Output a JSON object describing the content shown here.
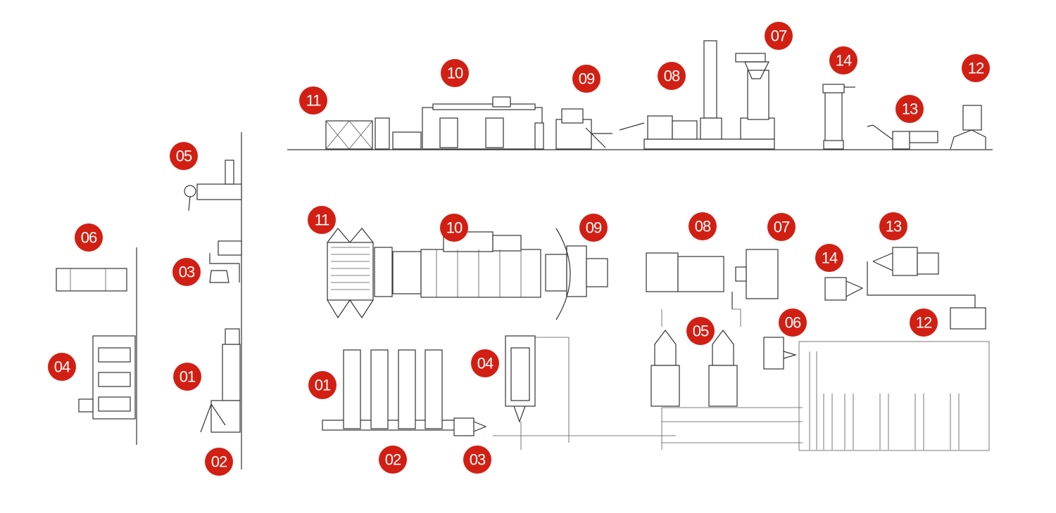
{
  "diagram": {
    "title": "Production line layout",
    "accent_color": "#d21f13",
    "side_elevation_labels": [
      "11",
      "10",
      "09",
      "08",
      "07",
      "14",
      "13",
      "12"
    ],
    "side_view_labels": [
      "05",
      "06",
      "03",
      "04",
      "01",
      "02"
    ],
    "plan_view_labels": [
      "11",
      "10",
      "09",
      "08",
      "07",
      "13",
      "14",
      "12",
      "06",
      "05",
      "04",
      "01",
      "02",
      "03"
    ]
  }
}
